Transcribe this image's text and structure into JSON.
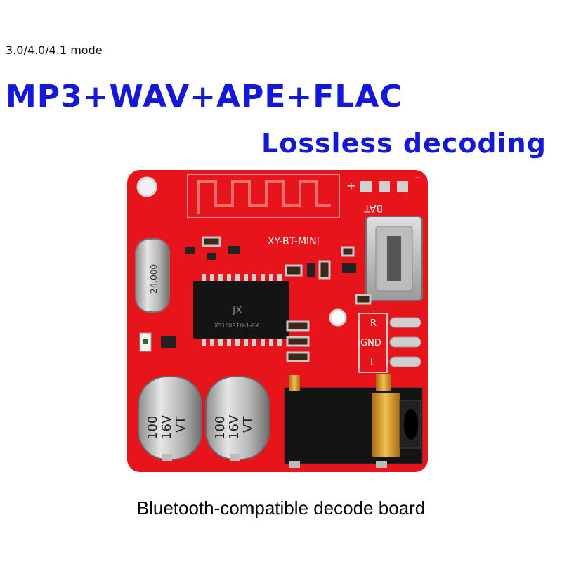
{
  "header": {
    "mode_text": "3.0/4.0/4.1 mode",
    "formats_text": "MP3+WAV+APE+FLAC",
    "lossless_text": "Lossless decoding"
  },
  "board": {
    "model_label": "XY-BT-MINI",
    "crystal_label": "24.000",
    "plus_label": "+",
    "minus_label": "-",
    "bat_label": "BAT",
    "r_label": "R",
    "gnd_label": "GND",
    "l_label": "L",
    "chip_logo": "JX",
    "chip_text": "XS1F0R1H-1-6X",
    "cap1_line1": "100",
    "cap1_line2": "16V",
    "cap1_line3": "VT",
    "cap2_line1": "100",
    "cap2_line2": "16V",
    "cap2_line3": "VT"
  },
  "caption": {
    "text": "Bluetooth-compatible decode board"
  },
  "colors": {
    "pcb_red": "#e8141c",
    "title_blue": "#1418d8",
    "solder_silver": "#c8c8c8"
  }
}
